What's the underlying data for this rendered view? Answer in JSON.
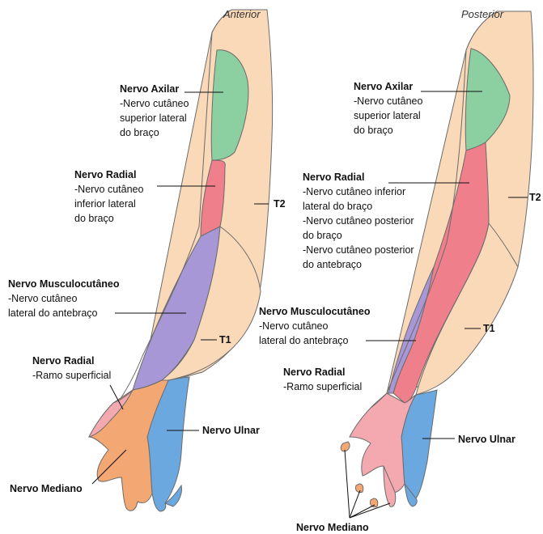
{
  "views": {
    "anterior": "Anterior",
    "posterior": "Posterior"
  },
  "colors": {
    "skin": "#fad9b8",
    "axillary": "#8ccfa0",
    "radial": "#ef7f8a",
    "musculocutaneous": "#a897d6",
    "ulnar": "#6aa8df",
    "median": "#f3a873",
    "radial_superficial_hand": "#f4a9b0",
    "outline": "#6b6b6b"
  },
  "anterior": {
    "axilar": {
      "title": "Nervo Axilar",
      "lines": [
        "-Nervo cutâneo",
        "superior lateral",
        "do braço"
      ]
    },
    "radial": {
      "title": "Nervo Radial",
      "lines": [
        "-Nervo cutâneo",
        "inferior lateral",
        "do braço"
      ]
    },
    "musculo": {
      "title": "Nervo Musculocutâneo",
      "lines": [
        "-Nervo cutâneo",
        "lateral do antebraço"
      ]
    },
    "radial_sup": {
      "title": "Nervo Radial",
      "lines": [
        "-Ramo superficial"
      ]
    },
    "mediano": "Nervo Mediano",
    "ulnar": "Nervo Ulnar",
    "t1": "T1",
    "t2": "T2"
  },
  "posterior": {
    "axilar": {
      "title": "Nervo Axilar",
      "lines": [
        "-Nervo cutâneo",
        "superior lateral",
        "do braço"
      ]
    },
    "radial": {
      "title": "Nervo Radial",
      "lines": [
        "-Nervo cutâneo inferior",
        "lateral do braço",
        "-Nervo cutâneo posterior",
        "do braço",
        "-Nervo cutâneo posterior",
        "do antebraço"
      ]
    },
    "musculo": {
      "title": "Nervo Musculocutâneo",
      "lines": [
        "-Nervo cutâneo",
        "lateral do antebraço"
      ]
    },
    "radial_sup": {
      "title": "Nervo Radial",
      "lines": [
        "-Ramo superficial"
      ]
    },
    "mediano": "Nervo Mediano",
    "ulnar": "Nervo Ulnar",
    "t1": "T1",
    "t2": "T2"
  }
}
